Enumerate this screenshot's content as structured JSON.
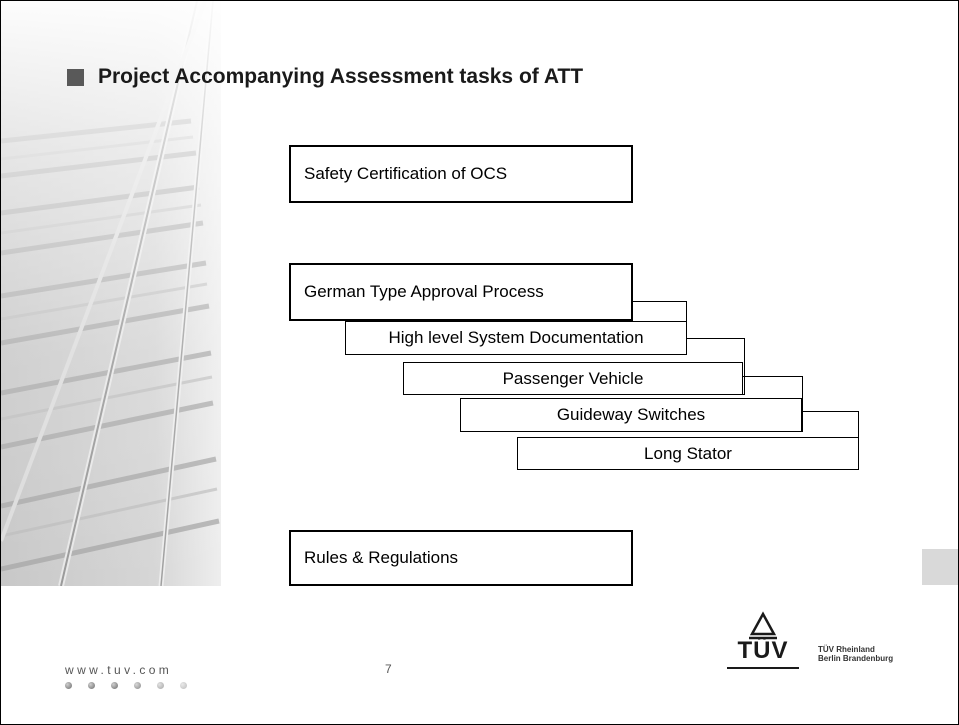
{
  "slide": {
    "title": "Project Accompanying Assessment tasks of ATT",
    "boxes": {
      "safety": "Safety Certification of OCS",
      "german_type": "German Type Approval Process",
      "high_level": "High level System Documentation",
      "passenger": "Passenger Vehicle",
      "guideway": "Guideway Switches",
      "long_stator": "Long Stator",
      "rules": "Rules & Regulations"
    }
  },
  "footer": {
    "url": "www.tuv.com",
    "page_number": "7",
    "logo_word": "TÜV",
    "org_line1": "TÜV Rheinland",
    "org_line2": "Berlin Brandenburg"
  }
}
